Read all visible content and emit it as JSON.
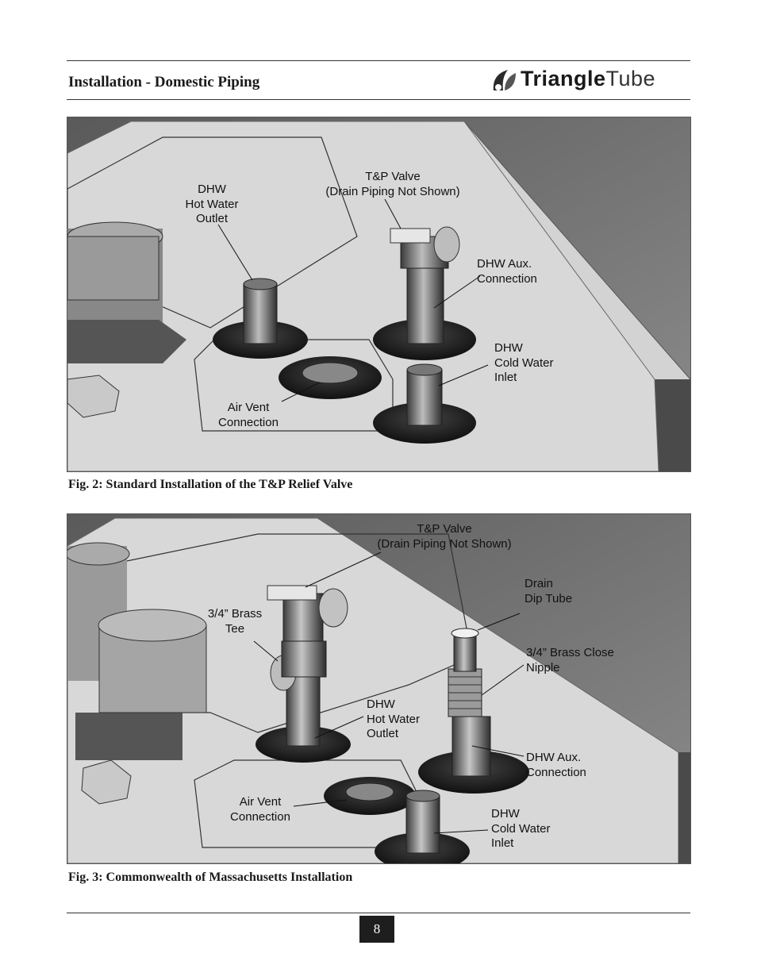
{
  "header": {
    "section_title": "Installation - Domestic Piping",
    "logo": {
      "word1": "Triangle",
      "word2": "Tube"
    }
  },
  "figures": [
    {
      "caption": "Fig. 2:  Standard Installation of the T&P Relief Valve",
      "callouts": {
        "hot_water_outlet": "DHW\nHot Water\nOutlet",
        "tp_valve": "T&P Valve\n(Drain Piping Not Shown)",
        "aux_connection": "DHW Aux.\nConnection",
        "cold_water_inlet": "DHW\nCold Water\nInlet",
        "air_vent": "Air Vent\nConnection"
      }
    },
    {
      "caption": "Fig. 3:  Commonwealth of Massachusetts Installation",
      "callouts": {
        "tp_valve": "T&P Valve\n(Drain Piping Not Shown)",
        "drain_dip_tube": "Drain\nDip Tube",
        "brass_tee": "3/4” Brass\nTee",
        "brass_close_nipple": "3/4” Brass Close\nNipple",
        "hot_water_outlet": "DHW\nHot Water\nOutlet",
        "aux_connection": "DHW Aux.\nConnection",
        "air_vent": "Air Vent\nConnection",
        "cold_water_inlet": "DHW\nCold Water\nInlet"
      }
    }
  ],
  "footer": {
    "page_number": "8"
  }
}
